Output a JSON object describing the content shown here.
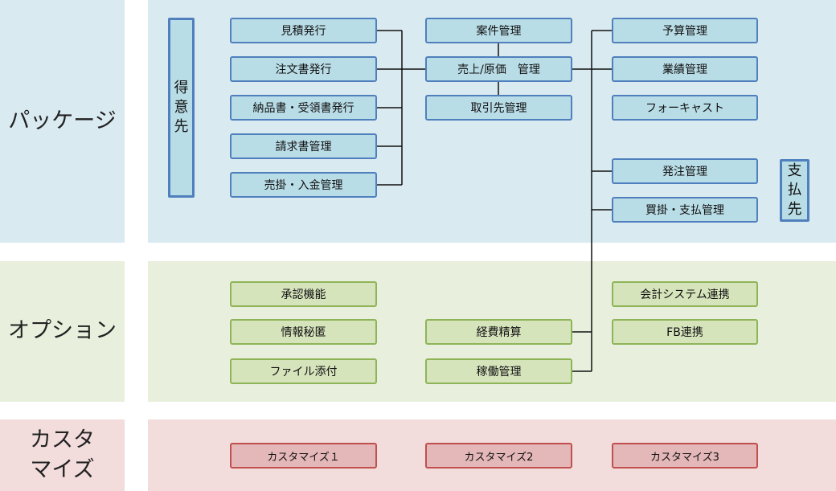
{
  "rows": {
    "package": {
      "label": "パッケージ",
      "color": "#daeaf1"
    },
    "option": {
      "label": "オプション",
      "color": "#e8f0dd"
    },
    "customize": {
      "label_line1": "カスタ",
      "label_line2": "マイズ",
      "color": "#f2dcdc"
    }
  },
  "package": {
    "customer_label": [
      "得",
      "意",
      "先"
    ],
    "supplier_label": [
      "支",
      "払",
      "先"
    ],
    "left_column": [
      "見積発行",
      "注文書発行",
      "納品書・受領書発行",
      "請求書管理",
      "売掛・入金管理"
    ],
    "center_column": [
      "案件管理",
      "売上/原価　管理",
      "取引先管理"
    ],
    "right_column_top": [
      "予算管理",
      "業績管理",
      "フォーキャスト"
    ],
    "right_column_bottom": [
      "発注管理",
      "買掛・支払管理"
    ]
  },
  "option": {
    "left_column": [
      "承認機能",
      "情報秘匿",
      "ファイル添付"
    ],
    "center_column": [
      "経費精算",
      "稼働管理"
    ],
    "right_column": [
      "会計システム連携",
      "FB連携"
    ]
  },
  "customize": {
    "items": [
      "カスタマイズ１",
      "カスタマイズ2",
      "カスタマイズ3"
    ]
  },
  "colors": {
    "package_box_fill": "#b9dde7",
    "package_box_border": "#4f80bd",
    "option_box_fill": "#d6e4bc",
    "option_box_border": "#8fb458",
    "customize_box_fill": "#e4b7b8",
    "customize_box_border": "#c0504d",
    "connector": "#111111"
  }
}
